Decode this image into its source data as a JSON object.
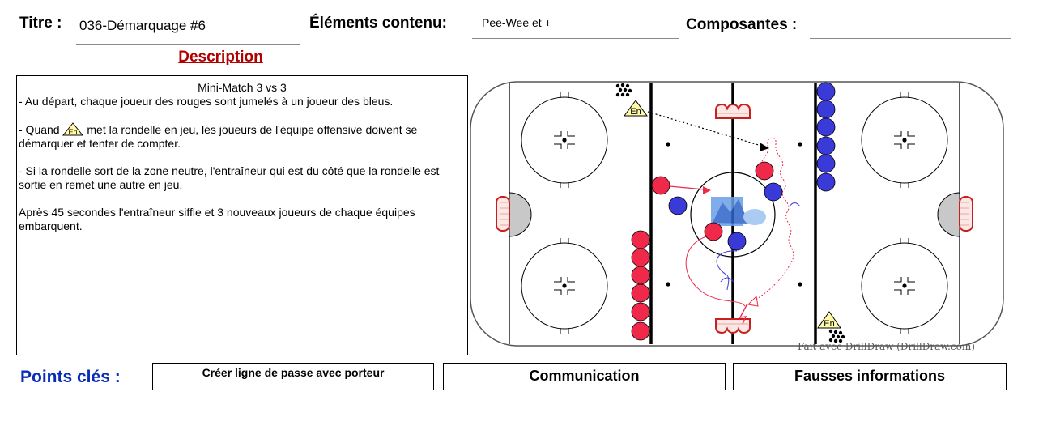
{
  "header": {
    "title_label": "Titre :",
    "title_value": "036-Démarquage #6",
    "elements_label": "Éléments contenu:",
    "elements_value": "Pee-Wee et +",
    "components_label": "Composantes :",
    "components_value": ""
  },
  "description": {
    "heading": "Description",
    "subtitle": "Mini-Match 3 vs 3",
    "p1": "- Au départ, chaque joueur des rouges sont jumelés à un joueur des bleus.",
    "p2_before": "- Quand ",
    "p2_after": " met la rondelle en jeu, les joueurs de l'équipe offensive doivent se démarquer et tenter de compter.",
    "p3": "- Si la rondelle sort de la zone neutre, l'entraîneur qui est du côté que la rondelle est sortie en remet une autre en jeu.",
    "p4": "Après 45 secondes l'entraîneur siffle et 3 nouveaux joueurs de chaque équipes embarquent."
  },
  "diagram": {
    "coach_label": "En",
    "credit": "Fait avec DrillDraw (DrillDraw.com)",
    "colors": {
      "red_player": "#f0284a",
      "blue_player": "#3a3ad8",
      "rink_line": "#000000",
      "goal_red": "#c8201c",
      "coach_fill": "#fff9a8"
    }
  },
  "key_points": {
    "label": "Points clés :",
    "items": [
      "Créer ligne de passe avec porteur",
      "Communication",
      "Fausses informations"
    ]
  }
}
